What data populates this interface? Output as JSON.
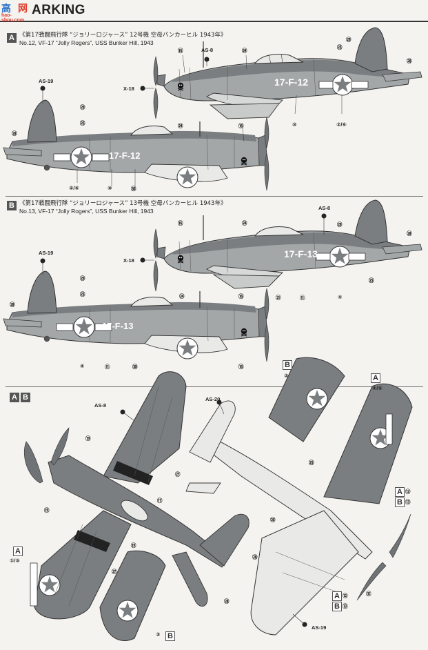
{
  "header": {
    "title": "ARKING",
    "logo_text": "高",
    "logo_text2": "网",
    "logo_sub": "hao-shou.com"
  },
  "sections": [
    {
      "letter": "A",
      "caption_jp": "《第17戦闘飛行隊 “ジョリーロジャース” 12号機 空母バンカーヒル 1943年》",
      "caption_en": "No.12, VF-17 “Jolly Rogers”, USS Bunker Hill, 1943",
      "code": "17-F-12"
    },
    {
      "letter": "B",
      "caption_jp": "《第17戦闘飛行隊 “ジョリーロジャース” 13号機 空母バンカーヒル 1943年》",
      "caption_en": "No.13, VF-17 “Jolly Rogers”, USS Bunker Hill, 1943",
      "code": "17-F-13"
    }
  ],
  "plan_section_letters": [
    "A",
    "B"
  ],
  "paint_codes": {
    "as8": "AS-8",
    "as19": "AS-19",
    "as20": "AS-20",
    "x18": "X-18"
  },
  "callouts": {
    "n1": "①",
    "n2": "②",
    "n3": "③",
    "n4": "④",
    "n5": "⑤",
    "n6": "⑥",
    "n10": "⑩",
    "n11": "⑪",
    "n12": "⑫",
    "n13": "⑬",
    "n16": "⑯",
    "n17": "⑰",
    "n19": "⑲",
    "n21": "㉑",
    "n24": "㉔",
    "n25": "㉕",
    "n26": "㉖",
    "n27": "㉗",
    "n28": "㉘",
    "n29": "㉙",
    "n30": "㉚",
    "n31": "㉛",
    "n2_6": "②/⑥",
    "n1_5": "①/⑤",
    "n4_5": "④/⑤"
  },
  "colors": {
    "upper_blue": "#7a7e80",
    "mid_blue": "#a3a7a8",
    "light": "#e9eae8",
    "insignia_white": "#ffffff",
    "outline": "#333333"
  }
}
